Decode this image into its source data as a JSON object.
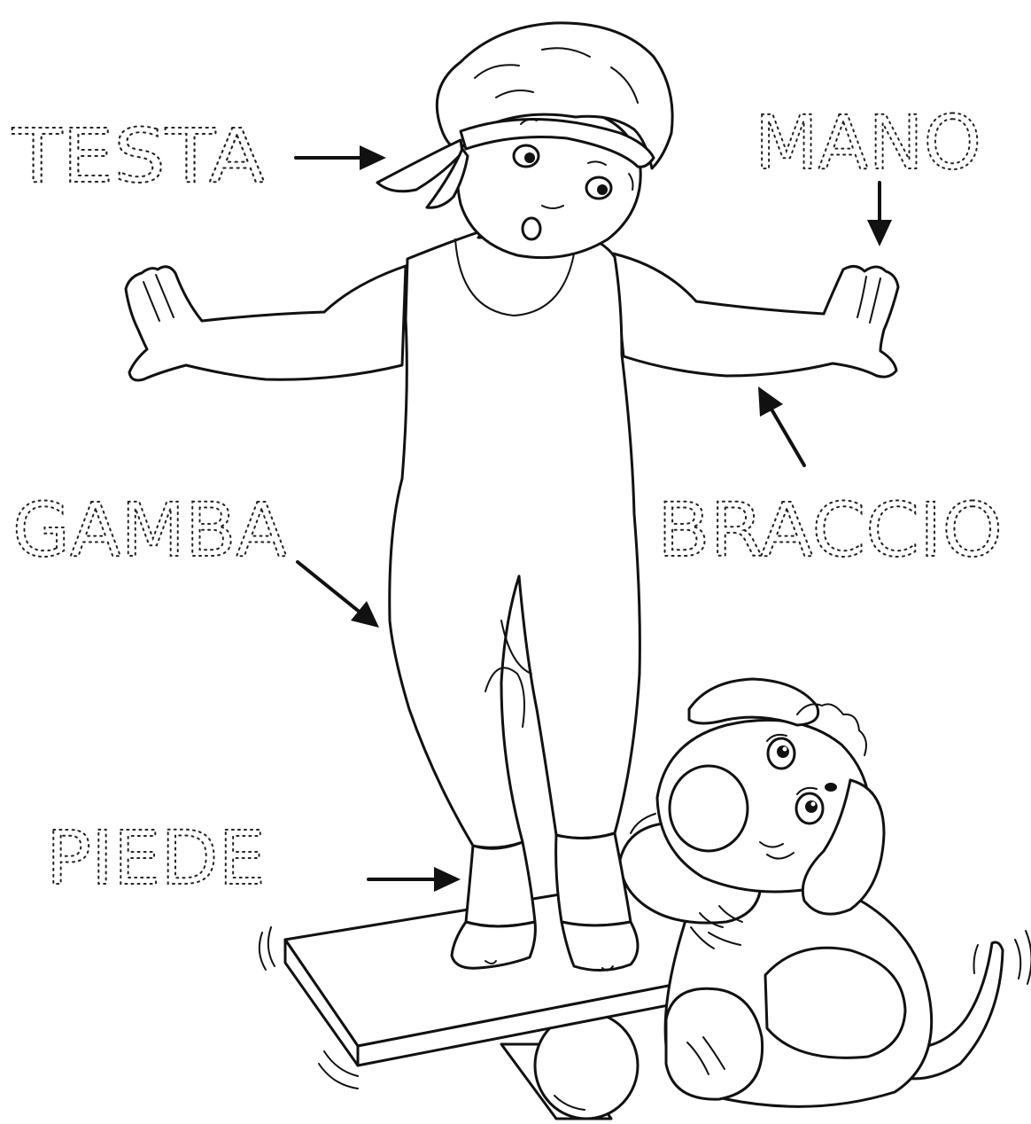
{
  "labels": {
    "head": "TESTA",
    "hand": "MANO",
    "leg": "GAMBA",
    "arm": "BRACCIO",
    "foot": "PIEDE"
  },
  "colors": {
    "ink": "#111111",
    "paper": "#ffffff"
  }
}
